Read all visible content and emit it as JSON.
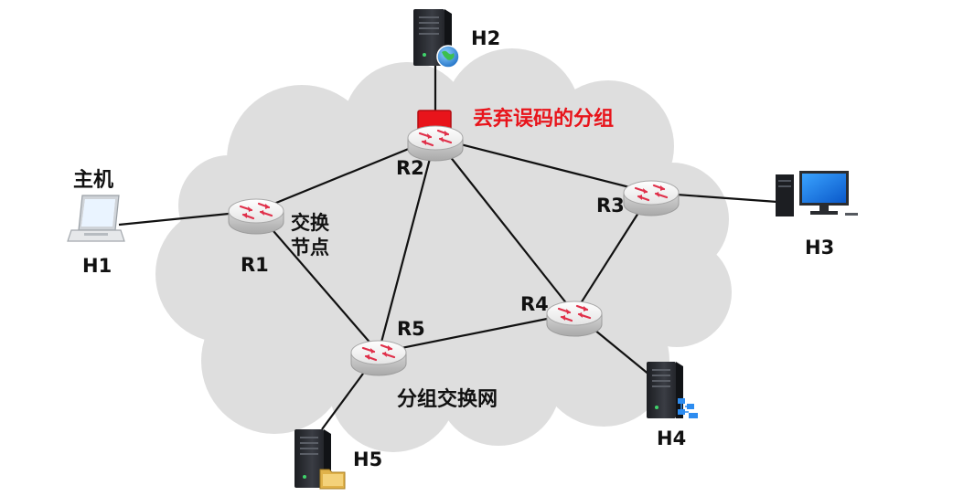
{
  "diagram": {
    "colors": {
      "cloud": "#dedede",
      "link": "#111111",
      "highlight_box": "#e8141b",
      "highlight_text": "#e8141b",
      "router_arrow": "#e0304a"
    },
    "routers": [
      {
        "id": "R1",
        "label": "R1"
      },
      {
        "id": "R2",
        "label": "R2"
      },
      {
        "id": "R3",
        "label": "R3"
      },
      {
        "id": "R4",
        "label": "R4"
      },
      {
        "id": "R5",
        "label": "R5"
      }
    ],
    "hosts": [
      {
        "id": "H1",
        "label": "H1",
        "device": "laptop-icon",
        "caption": "主机"
      },
      {
        "id": "H2",
        "label": "H2",
        "device": "server-globe-icon"
      },
      {
        "id": "H3",
        "label": "H3",
        "device": "desktop-pc-icon"
      },
      {
        "id": "H4",
        "label": "H4",
        "device": "server-network-icon"
      },
      {
        "id": "H5",
        "label": "H5",
        "device": "server-folder-icon"
      }
    ],
    "links": [
      [
        "H1",
        "R1"
      ],
      [
        "H2",
        "R2"
      ],
      [
        "H3",
        "R3"
      ],
      [
        "H4",
        "R4"
      ],
      [
        "H5",
        "R5"
      ],
      [
        "R1",
        "R2"
      ],
      [
        "R1",
        "R5"
      ],
      [
        "R2",
        "R3"
      ],
      [
        "R2",
        "R4"
      ],
      [
        "R2",
        "R5"
      ],
      [
        "R3",
        "R4"
      ],
      [
        "R4",
        "R5"
      ]
    ],
    "annotations": {
      "switch_node_line1": "交换",
      "switch_node_line2": "节点",
      "discard_error": "丢弃误码的分组",
      "network_name": "分组交换网"
    }
  }
}
